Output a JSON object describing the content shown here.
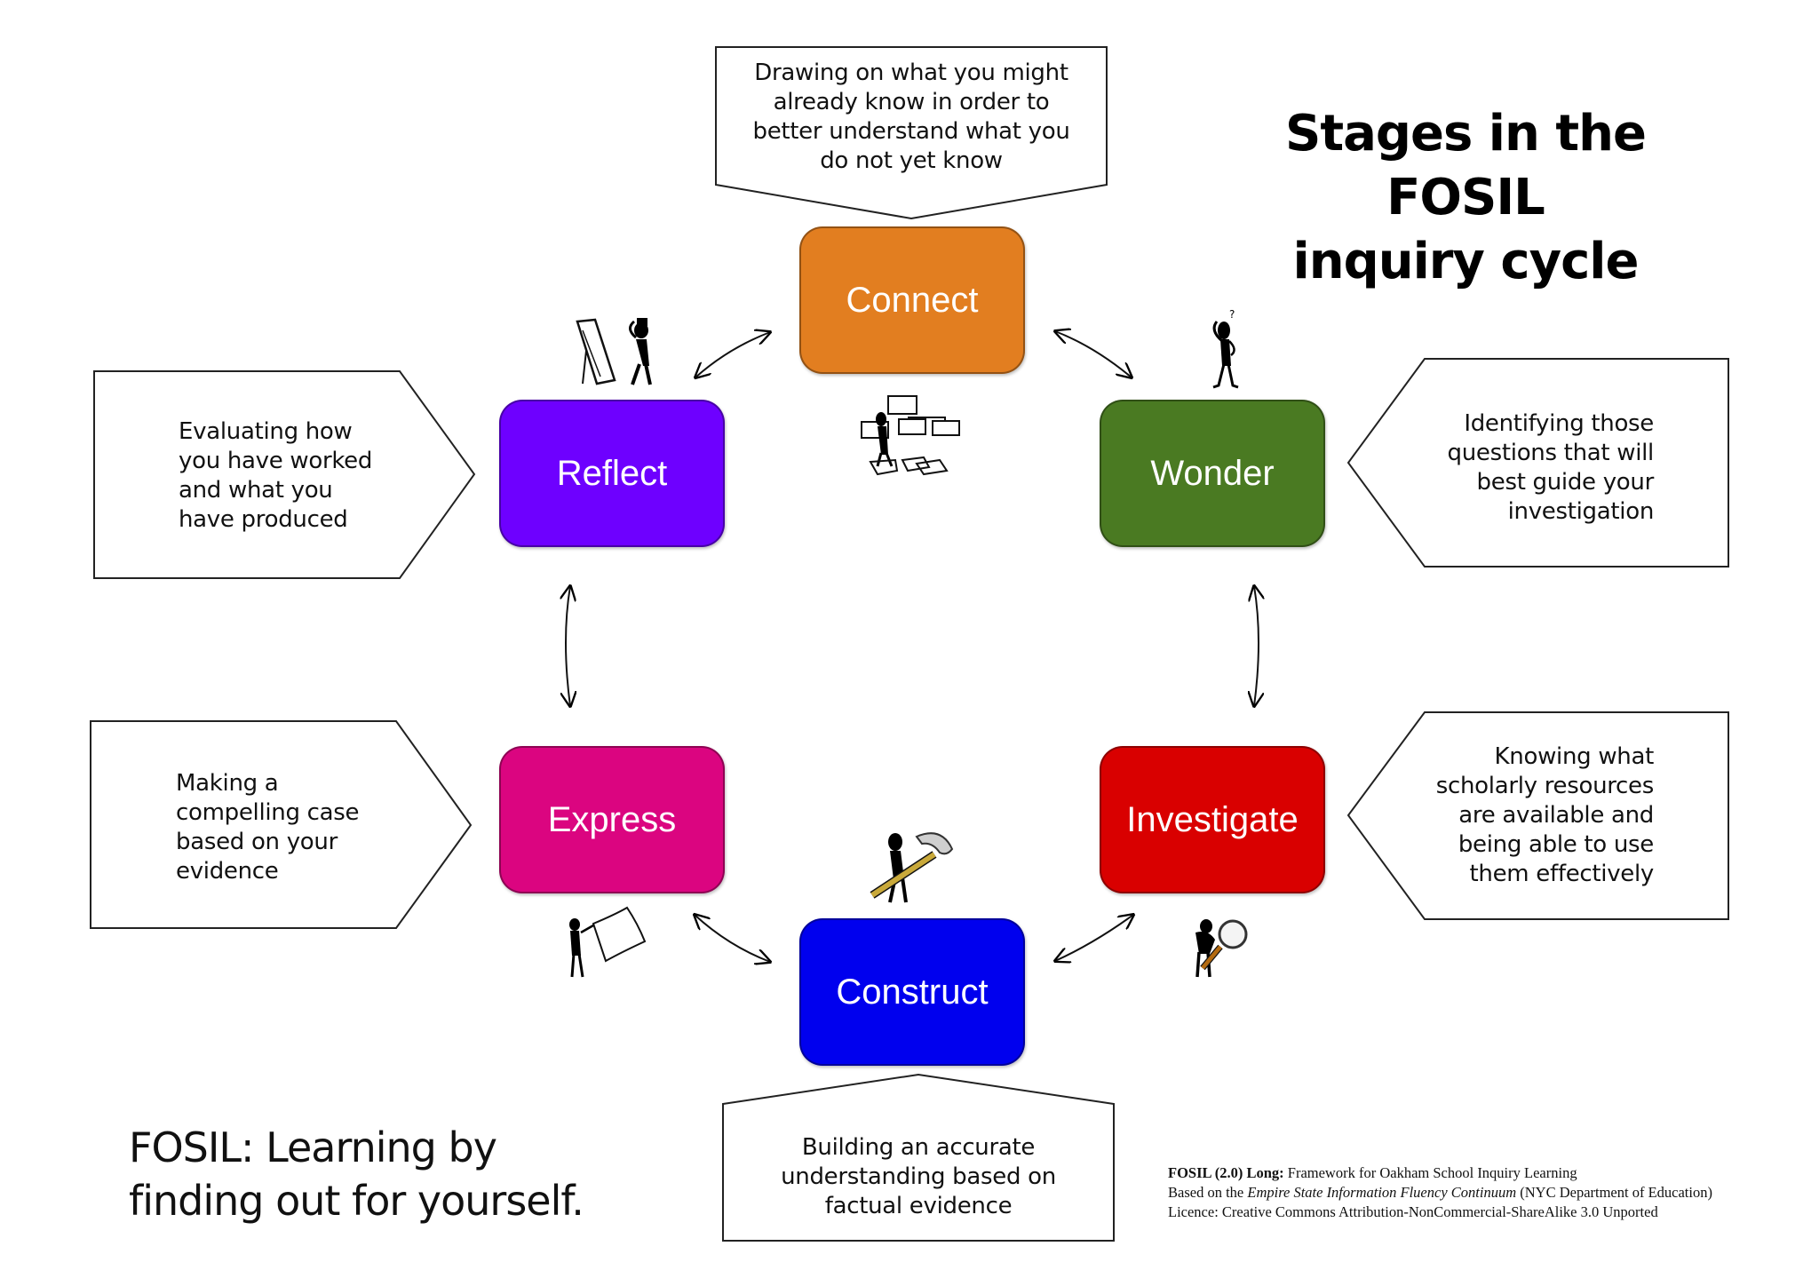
{
  "title": {
    "line1": "Stages in the FOSIL",
    "line2": "inquiry cycle"
  },
  "stages": {
    "connect": {
      "label": "Connect",
      "color": "#E27E20",
      "description": [
        "Drawing on what you might",
        "already know in order to",
        "better understand what you",
        "do not yet know"
      ],
      "icon": "person-with-diagram-icon"
    },
    "wonder": {
      "label": "Wonder",
      "color": "#4A7A22",
      "description": [
        "Identifying those",
        "questions that will",
        "best guide your",
        "investigation"
      ],
      "icon": "person-scratching-head-question-icon"
    },
    "investigate": {
      "label": "Investigate",
      "color": "#D90000",
      "description": [
        "Knowing what",
        "scholarly resources",
        "are available and",
        "being able to use",
        "them effectively"
      ],
      "icon": "person-with-magnifying-glass-icon"
    },
    "construct": {
      "label": "Construct",
      "color": "#0000EE",
      "description": [
        "Building an accurate",
        "understanding based on",
        "factual evidence"
      ],
      "icon": "person-carrying-hammer-icon"
    },
    "express": {
      "label": "Express",
      "color": "#DB0580",
      "description": [
        "Making a",
        "compelling case",
        "based on your",
        "evidence"
      ],
      "icon": "person-presenting-board-icon"
    },
    "reflect": {
      "label": "Reflect",
      "color": "#6E00FF",
      "description": [
        "Evaluating how",
        "you have worked",
        "and what you",
        "have produced"
      ],
      "icon": "person-at-mirror-icon"
    }
  },
  "tagline": {
    "line1": "FOSIL: Learning by",
    "line2": "finding out for yourself."
  },
  "credits": {
    "line1_bold": "FOSIL (2.0) Long:",
    "line1_rest": " Framework for Oakham School Inquiry Learning",
    "line2_pre": "Based on the ",
    "line2_italic": "Empire State Information Fluency Continuum",
    "line2_post": " (NYC Department of Education)",
    "line3": "Licence: Creative Commons Attribution-NonCommercial-ShareAlike 3.0 Unported"
  }
}
